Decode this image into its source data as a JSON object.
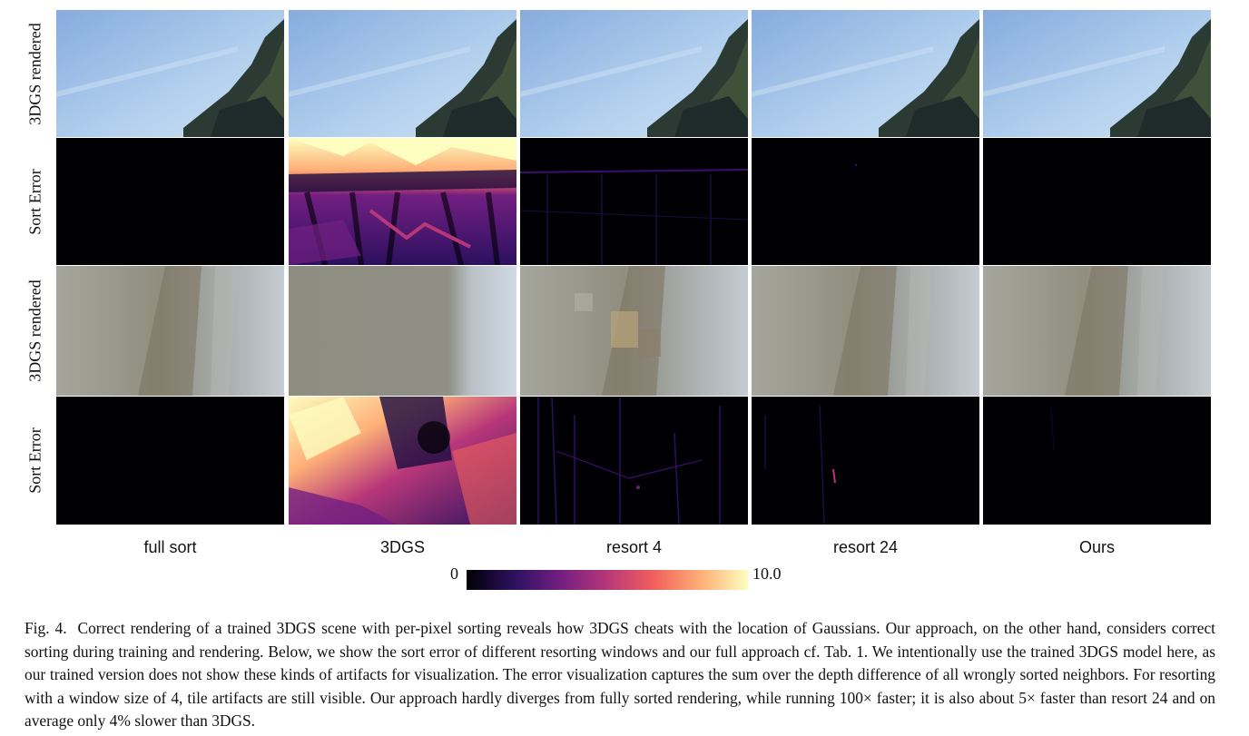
{
  "row_labels": [
    "3DGS rendered",
    "Sort Error",
    "3DGS rendered",
    "Sort Error"
  ],
  "column_labels": [
    "full sort",
    "3DGS",
    "resort 4",
    "resort 24",
    "Ours"
  ],
  "colorbar": {
    "min_label": "0",
    "max_label": "10.0",
    "colormap": "magma",
    "stops": [
      "#000004",
      "#2c115f",
      "#721f81",
      "#b73779",
      "#f1605d",
      "#feb078",
      "#fcfdbf"
    ]
  },
  "caption": {
    "figure_number": "Fig. 4.",
    "text": "Correct rendering of a trained 3DGS scene with per-pixel sorting reveals how 3DGS cheats with the location of Gaussians. Our approach, on the other hand, considers correct sorting during training and rendering. Below, we show the sort error of different resorting windows and our full approach cf. Tab. 1. We intentionally use the trained 3DGS model here, as our trained version does not show these kinds of artifacts for visualization. The error visualization captures the sum over the depth difference of all wrongly sorted neighbors. For resorting with a window size of 4, tile artifacts are still visible. Our approach hardly diverges from fully sorted rendering, while running 100× faster; it is also about 5× faster than resort 24 and on average only 4% slower than 3DGS."
  },
  "colors": {
    "sky": "#a7c8e8",
    "error_bg": "#000004",
    "wall": "#a7a79c"
  }
}
